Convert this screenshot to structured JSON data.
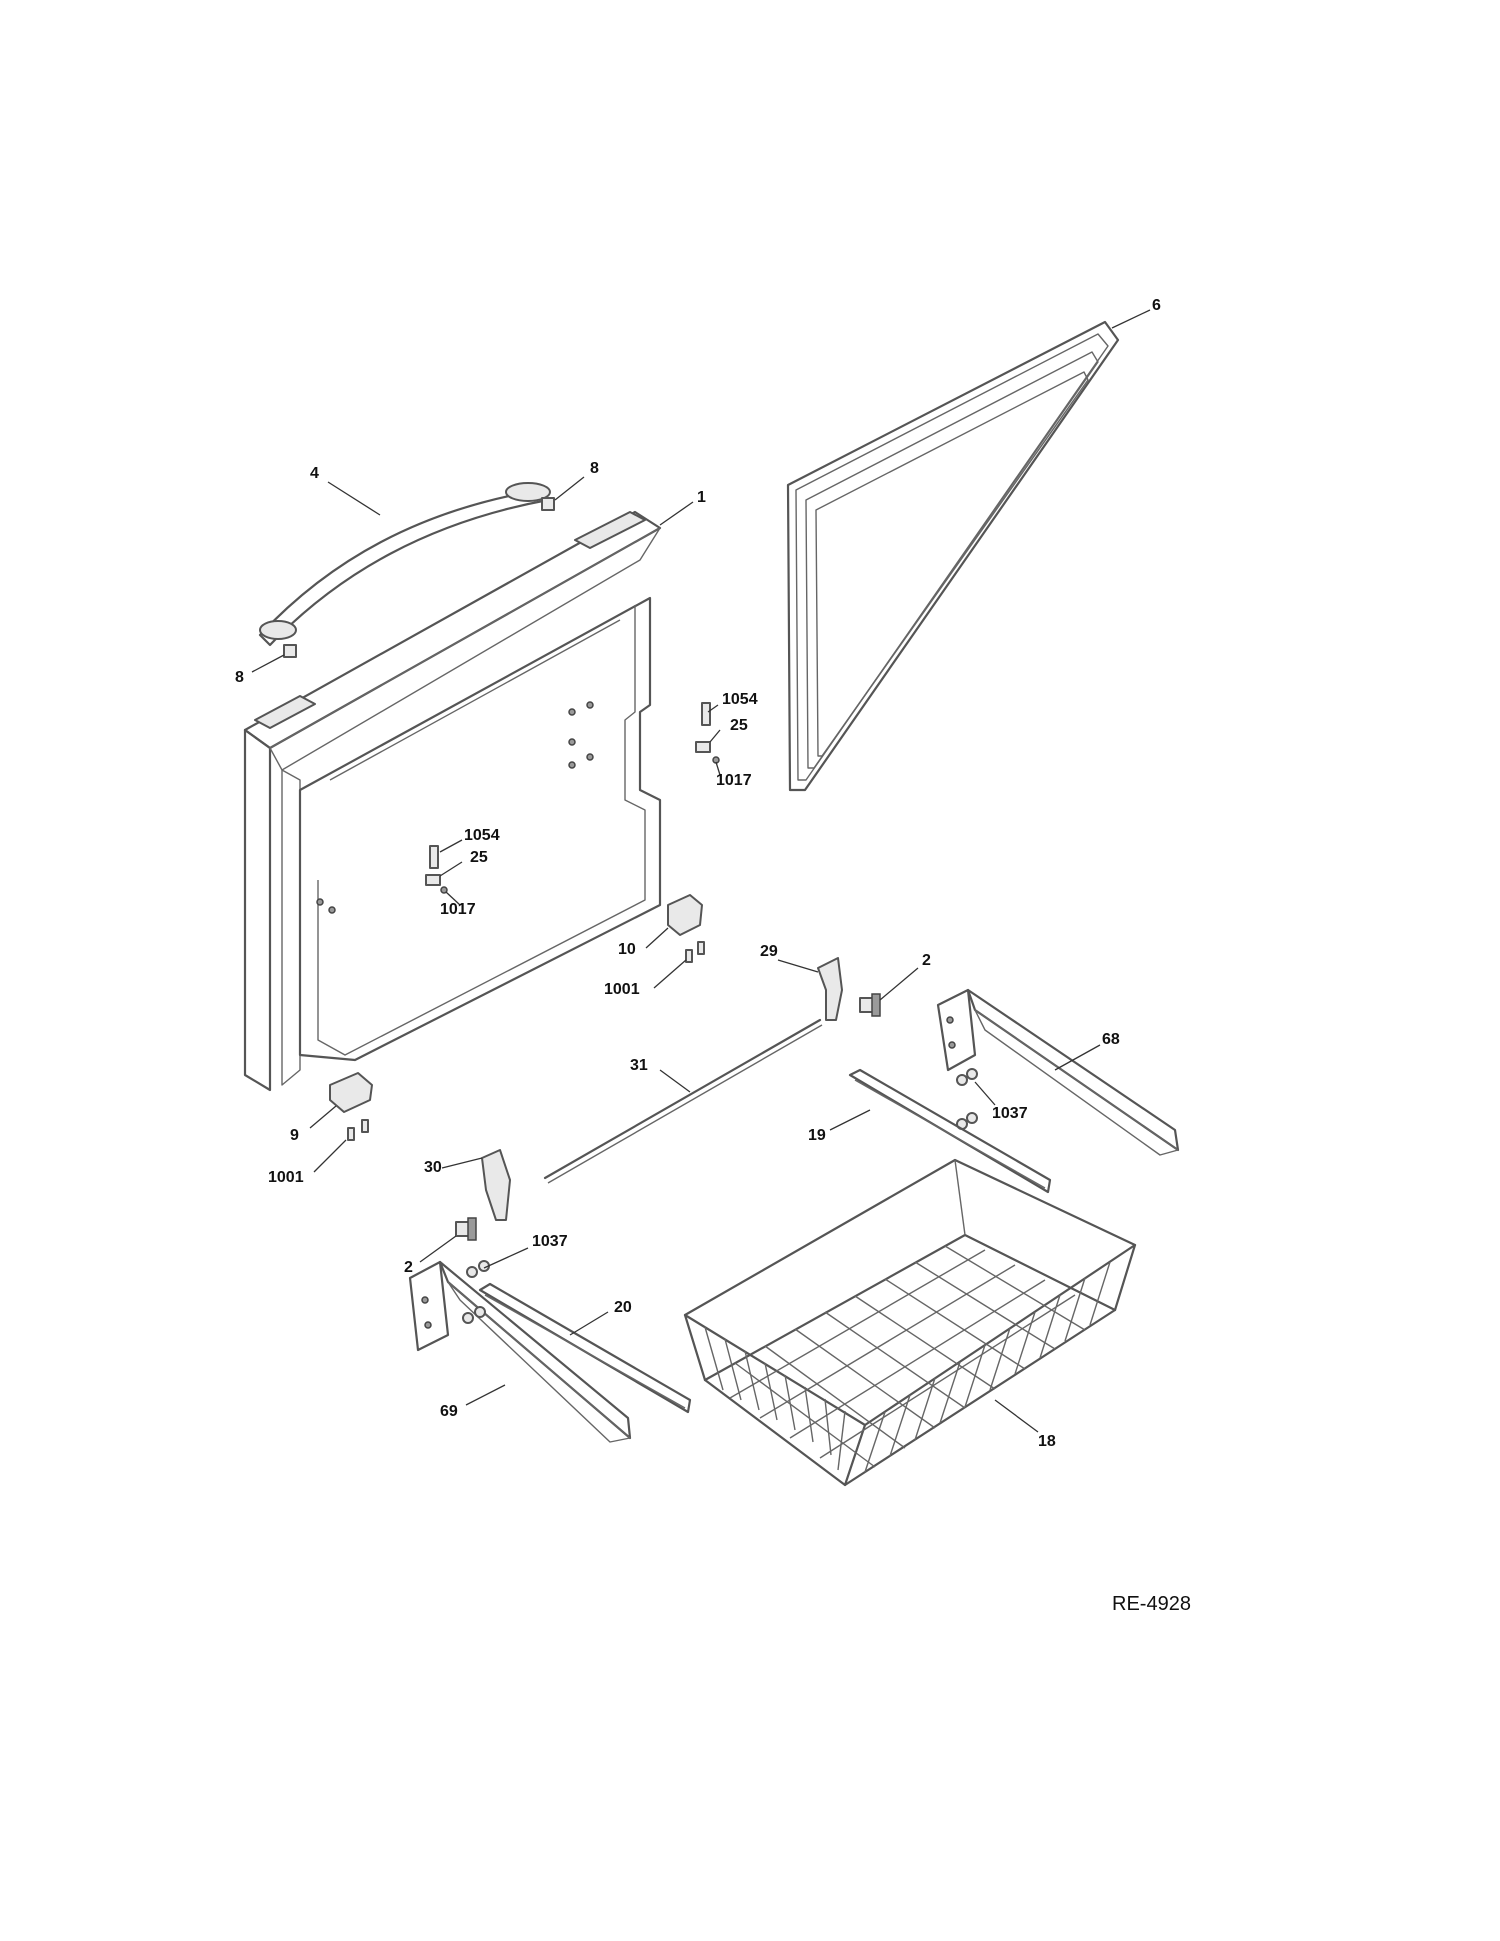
{
  "callouts": {
    "c1": "1",
    "c2a": "2",
    "c2b": "2",
    "c4": "4",
    "c6": "6",
    "c8a": "8",
    "c8b": "8",
    "c9": "9",
    "c10": "10",
    "c18": "18",
    "c19": "19",
    "c20": "20",
    "c25a": "25",
    "c25b": "25",
    "c29": "29",
    "c30": "30",
    "c31": "31",
    "c68": "68",
    "c69": "69",
    "c1001a": "1001",
    "c1001b": "1001",
    "c1017a": "1017",
    "c1017b": "1017",
    "c1037a": "1037",
    "c1037b": "1037",
    "c1054a": "1054",
    "c1054b": "1054"
  },
  "reference": "RE-4928"
}
